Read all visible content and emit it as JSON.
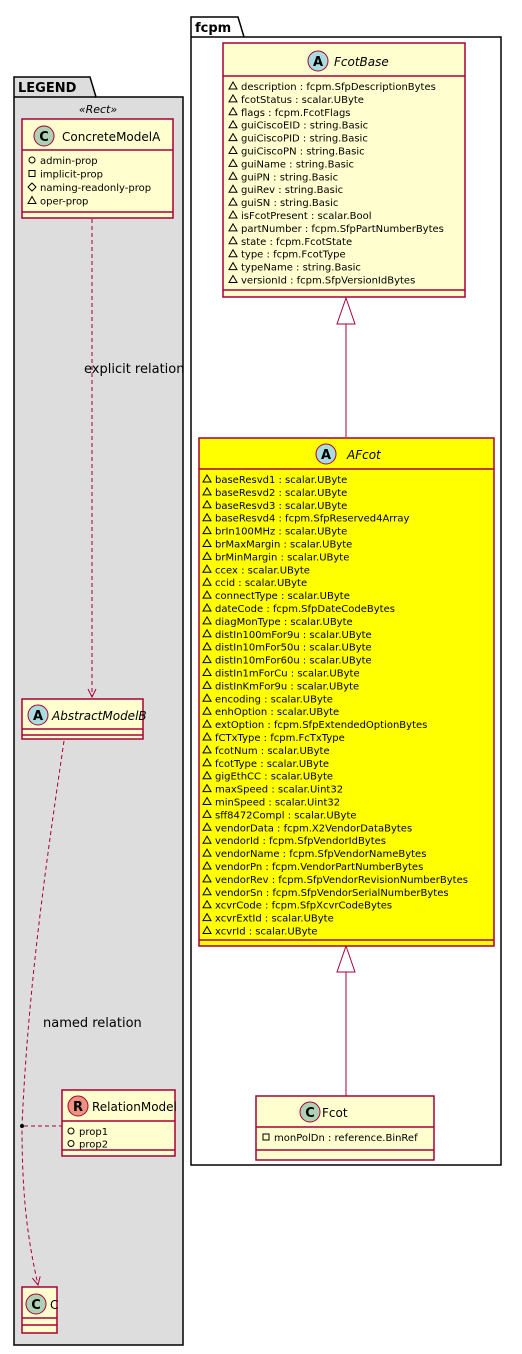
{
  "colors": {
    "class_fill": "#FEFECE",
    "highlight_fill": "#FFFF00",
    "border": "#A80036",
    "legend_bg": "#DDDDDD",
    "class_circle": "#ADD1B2",
    "abstract_circle": "#A9DCDF",
    "relation_circle": "#EB937F"
  },
  "legend": {
    "title": "LEGEND",
    "stereotype": "«Rect»",
    "concrete_model": {
      "icon": "C",
      "name": "ConcreteModelA",
      "attrs": [
        {
          "visibility": "public",
          "name": "admin-prop"
        },
        {
          "visibility": "private",
          "name": "implicit-prop"
        },
        {
          "visibility": "protected",
          "name": "naming-readonly-prop"
        },
        {
          "visibility": "package",
          "name": "oper-prop"
        }
      ]
    },
    "explicit_relation_label": "explicit relation",
    "abstract_model": {
      "icon": "A",
      "name": "AbstractModelB"
    },
    "named_relation_label": "named relation",
    "relation_model": {
      "icon": "R",
      "name": "RelationModel",
      "attrs": [
        {
          "visibility": "public",
          "name": "prop1"
        },
        {
          "visibility": "public",
          "name": "prop2"
        }
      ]
    },
    "c_model": {
      "icon": "C",
      "name": "C"
    }
  },
  "fcpm": {
    "title": "fcpm",
    "fcot_base": {
      "icon": "A",
      "name": "FcotBase",
      "attrs": [
        "description : fcpm.SfpDescriptionBytes",
        "fcotStatus : scalar.UByte",
        "flags : fcpm.FcotFlags",
        "guiCiscoEID : string.Basic",
        "guiCiscoPID : string.Basic",
        "guiCiscoPN : string.Basic",
        "guiName : string.Basic",
        "guiPN : string.Basic",
        "guiRev : string.Basic",
        "guiSN : string.Basic",
        "isFcotPresent : scalar.Bool",
        "partNumber : fcpm.SfpPartNumberBytes",
        "state : fcpm.FcotState",
        "type : fcpm.FcotType",
        "typeName : string.Basic",
        "versionId : fcpm.SfpVersionIdBytes"
      ]
    },
    "afcot": {
      "icon": "A",
      "name": "AFcot",
      "attrs": [
        "baseResvd1 : scalar.UByte",
        "baseResvd2 : scalar.UByte",
        "baseResvd3 : scalar.UByte",
        "baseResvd4 : fcpm.SfpReserved4Array",
        "brIn100MHz : scalar.UByte",
        "brMaxMargin : scalar.UByte",
        "brMinMargin : scalar.UByte",
        "ccex : scalar.UByte",
        "ccid : scalar.UByte",
        "connectType : scalar.UByte",
        "dateCode : fcpm.SfpDateCodeBytes",
        "diagMonType : scalar.UByte",
        "distIn100mFor9u : scalar.UByte",
        "distIn10mFor50u : scalar.UByte",
        "distIn10mFor60u : scalar.UByte",
        "distIn1mForCu : scalar.UByte",
        "distInKmFor9u : scalar.UByte",
        "encoding : scalar.UByte",
        "enhOption : scalar.UByte",
        "extOption : fcpm.SfpExtendedOptionBytes",
        "fCTxType : fcpm.FcTxType",
        "fcotNum : scalar.UByte",
        "fcotType : scalar.UByte",
        "gigEthCC : scalar.UByte",
        "maxSpeed : scalar.Uint32",
        "minSpeed : scalar.Uint32",
        "sff8472Compl : scalar.UByte",
        "vendorData : fcpm.X2VendorDataBytes",
        "vendorId : fcpm.SfpVendorIdBytes",
        "vendorName : fcpm.SfpVendorNameBytes",
        "vendorPn : fcpm.VendorPartNumberBytes",
        "vendorRev : fcpm.SfpVendorRevisionNumberBytes",
        "vendorSn : fcpm.SfpVendorSerialNumberBytes",
        "xcvrCode : fcpm.SfpXcvrCodeBytes",
        "xcvrExtId : scalar.UByte",
        "xcvrId : scalar.UByte"
      ]
    },
    "fcot": {
      "icon": "C",
      "name": "Fcot",
      "attrs": [
        {
          "visibility": "private",
          "name": "monPolDn : reference.BinRef"
        }
      ]
    }
  }
}
